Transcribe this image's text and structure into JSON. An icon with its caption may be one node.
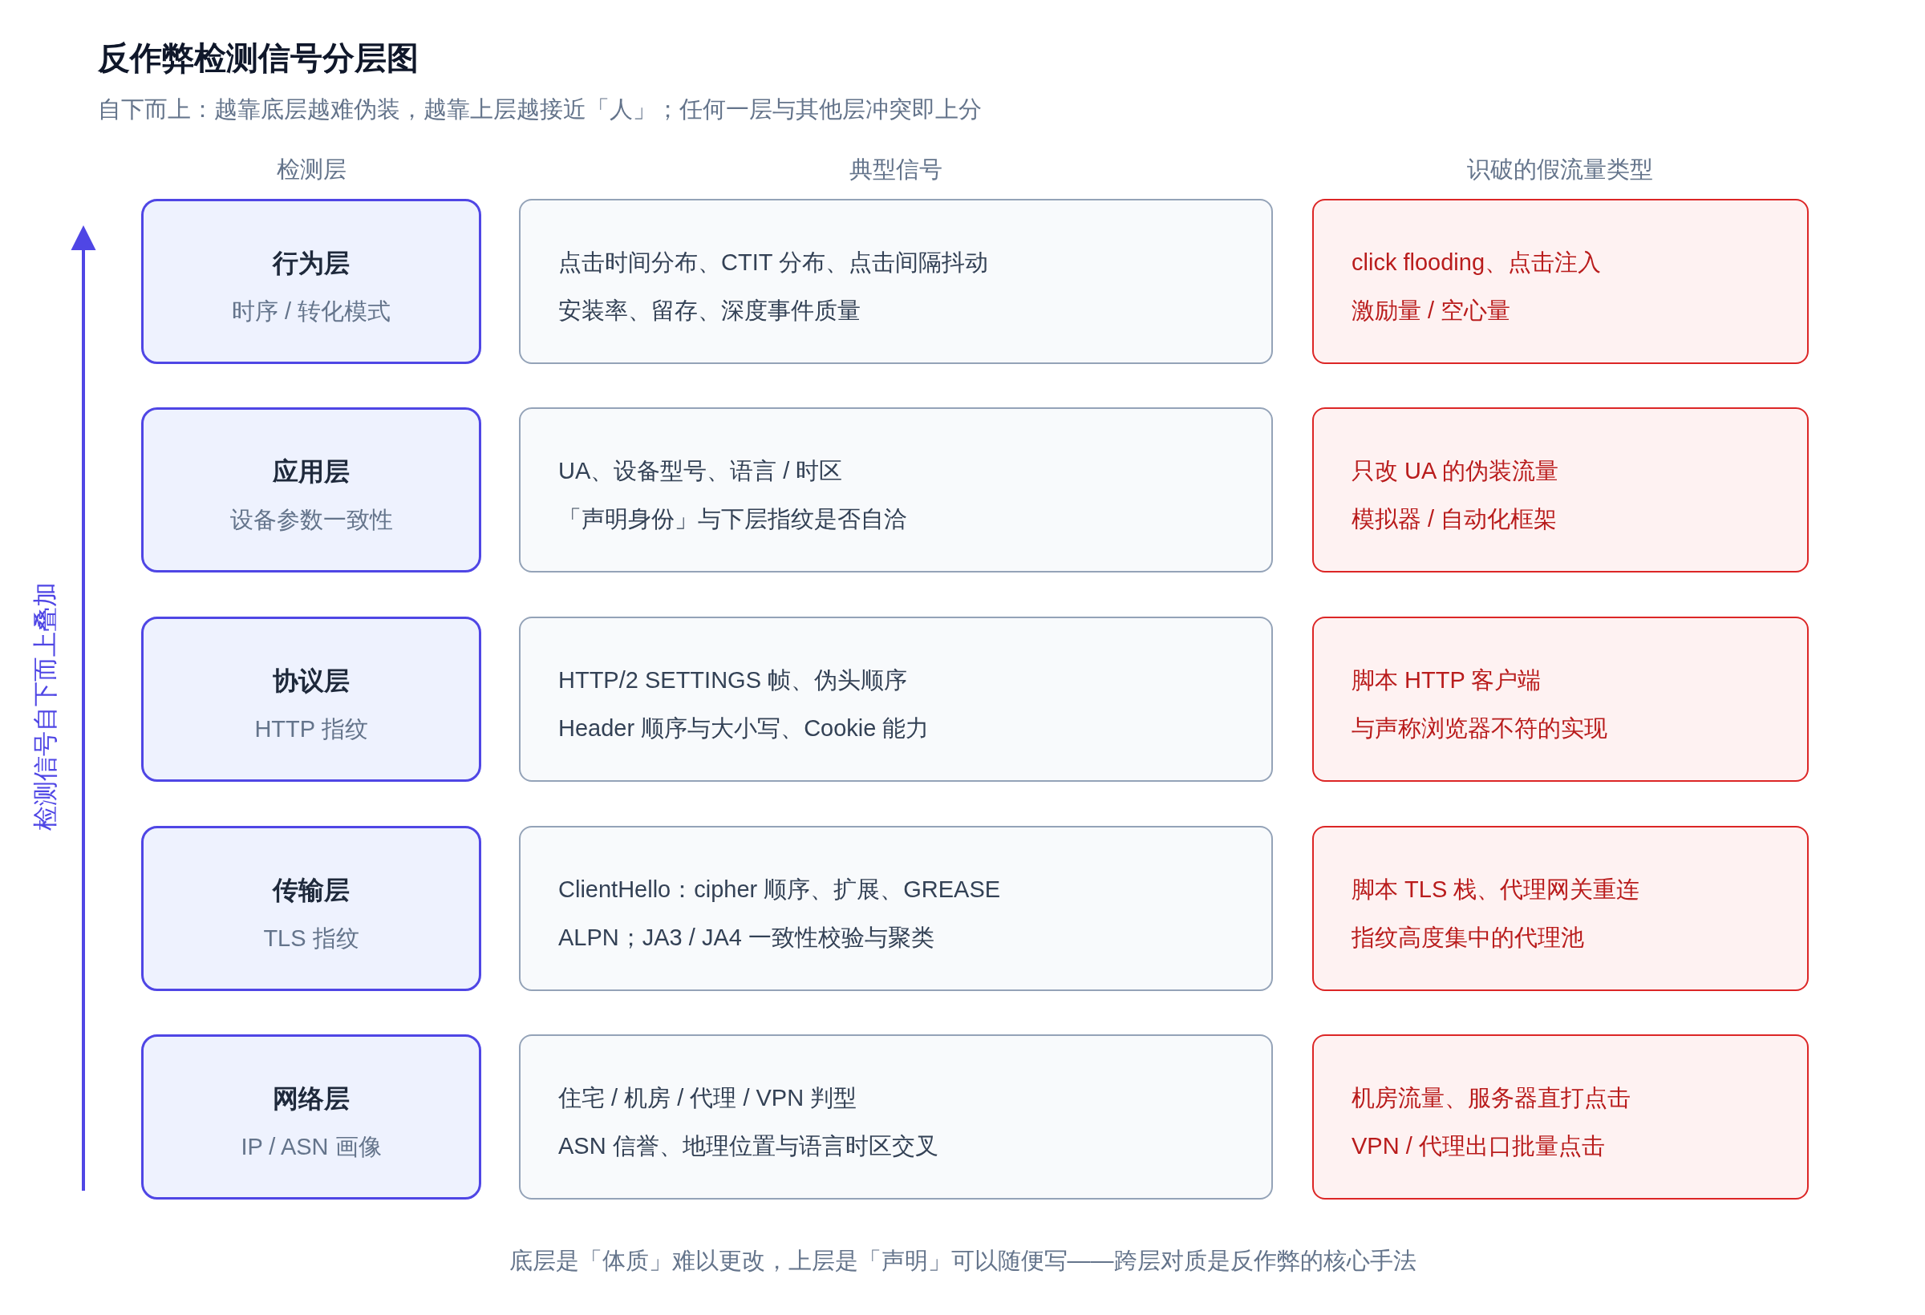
{
  "diagram": {
    "title": "反作弊检测信号分层图",
    "caption": "底层是「体质」难以更改，上层是「声明」可以随便写——跨层对质是反作弊的核心手法",
    "nodes": [
      {
        "text": [
          "行为层",
          "时序 / 转化模式"
        ]
      },
      {
        "text": [
          "点击时间分布、CTIT 分布、点击间隔抖动",
          "安装率、留存、深度事件质量"
        ]
      },
      {
        "text": [
          "click flooding、点击注入",
          "激励量 / 空心量"
        ]
      },
      {
        "text": [
          "应用层",
          "设备参数一致性"
        ]
      },
      {
        "text": [
          "UA、设备型号、语言 / 时区",
          "「声明身份」与下层指纹是否自洽"
        ]
      },
      {
        "text": [
          "只改 UA 的伪装流量",
          "模拟器 / 自动化框架"
        ]
      },
      {
        "text": [
          "协议层",
          "HTTP 指纹"
        ]
      },
      {
        "text": [
          "HTTP/2 SETTINGS 帧、伪头顺序",
          "Header 顺序与大小写、Cookie 能力"
        ]
      },
      {
        "text": [
          "脚本 HTTP 客户端",
          "与声称浏览器不符的实现"
        ]
      },
      {
        "text": [
          "传输层",
          "TLS 指纹"
        ]
      },
      {
        "text": [
          "ClientHello：cipher 顺序、扩展、GREASE",
          "ALPN；JA3 / JA4 一致性校验与聚类"
        ]
      },
      {
        "text": [
          "脚本 TLS 栈、代理网关重连",
          "指纹高度集中的代理池"
        ]
      },
      {
        "text": [
          "网络层",
          "IP / ASN 画像"
        ]
      },
      {
        "text": [
          "住宅 / 机房 / 代理 / VPN 判型",
          "ASN 信誉、地理位置与语言时区交叉"
        ]
      },
      {
        "text": [
          "机房流量、服务器直打点击",
          "VPN / 代理出口批量点击"
        ]
      }
    ],
    "labels": [
      "自下而上：越靠底层越难伪装，越靠上层越接近「人」；任何一层与其他层冲突即上分",
      "检测层",
      "典型信号",
      "识破的假流量类型",
      "检测信号自下而上叠加"
    ]
  }
}
